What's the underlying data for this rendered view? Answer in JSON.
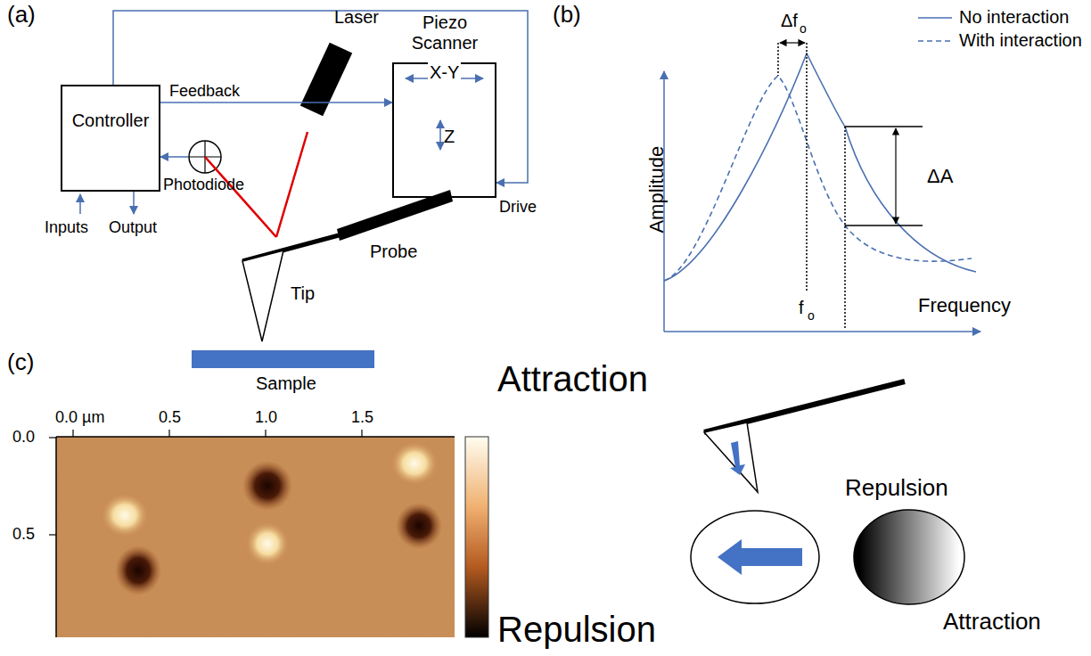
{
  "diagram": {
    "nodes": [
      {
        "text": [
          "Controller"
        ]
      },
      {
        "text": [
          "Piezo Scanner",
          "X-Y",
          "Z"
        ]
      },
      {
        "text": [
          "Laser"
        ]
      },
      {
        "text": [
          "Photodiode"
        ]
      },
      {
        "text": [
          "Probe"
        ]
      },
      {
        "text": [
          "Tip"
        ]
      },
      {
        "text": [
          "Sample"
        ]
      }
    ],
    "edges": [
      {
        "from": 0,
        "to": 1,
        "arrow": "to",
        "label": "Feedback"
      },
      {
        "from": 0,
        "to": 1,
        "arrow": "to",
        "label": "Drive"
      },
      {
        "from": 3,
        "to": 0,
        "arrow": "to"
      },
      {
        "from": 2,
        "to": 4,
        "arrow": "none"
      },
      {
        "from": 4,
        "to": 3,
        "arrow": "none"
      }
    ],
    "labels": [
      "(a)",
      "Inputs",
      "Output",
      "(b)",
      "Amplitude",
      "Δf",
      "o",
      "ΔA",
      "f",
      "o",
      "Frequency",
      "(c)",
      "0.0 µm",
      "0.5",
      "1.0",
      "1.5",
      "0.0",
      "0.5",
      "Attraction",
      "Repulsion",
      "Repulsion",
      "Attraction"
    ],
    "legend": [
      {
        "text": "No interaction"
      },
      {
        "text": "With interaction"
      }
    ]
  }
}
